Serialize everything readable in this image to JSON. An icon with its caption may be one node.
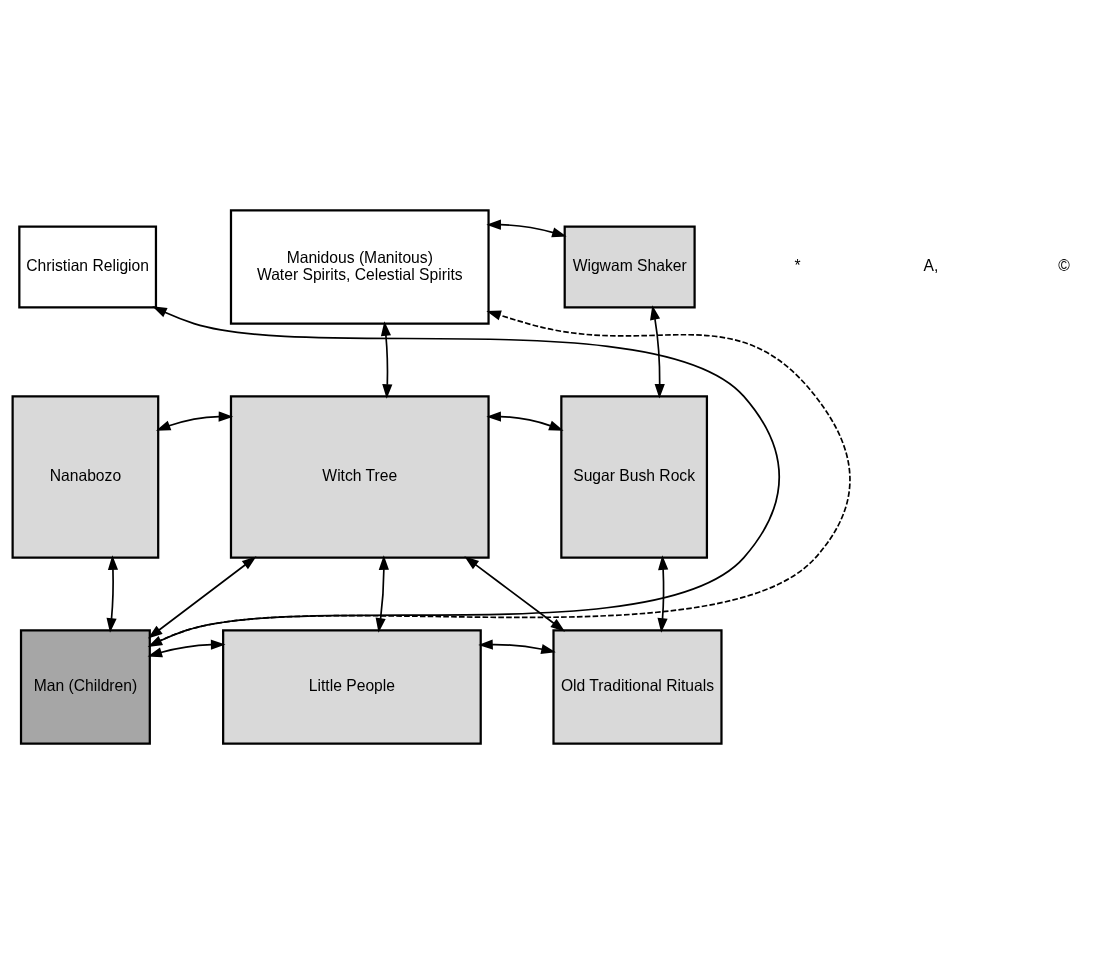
{
  "diagram": {
    "nodes": [
      {
        "text": [
          "Christian Religion"
        ]
      },
      {
        "text": [
          "Manidous (Manitous)",
          "Water Spirits, Celestial Spirits"
        ]
      },
      {
        "text": [
          "Wigwam Shaker"
        ]
      },
      {
        "text": [
          "Nanabozo"
        ]
      },
      {
        "text": [
          "Witch Tree"
        ]
      },
      {
        "text": [
          "Sugar Bush Rock"
        ]
      },
      {
        "text": [
          "Man (Children)"
        ]
      },
      {
        "text": [
          "Little People"
        ]
      },
      {
        "text": [
          "Old Traditional Rituals"
        ]
      }
    ],
    "edges": [
      {
        "from": 1,
        "to": 2,
        "arrow": "both"
      },
      {
        "from": 0,
        "to": 6,
        "arrow": "both"
      },
      {
        "from": 6,
        "to": 1,
        "arrow": "to",
        "style": "dashed"
      },
      {
        "from": 1,
        "to": 4,
        "arrow": "both"
      },
      {
        "from": 2,
        "to": 5,
        "arrow": "both"
      },
      {
        "from": 3,
        "to": 4,
        "arrow": "both"
      },
      {
        "from": 4,
        "to": 5,
        "arrow": "both"
      },
      {
        "from": 3,
        "to": 6,
        "arrow": "both"
      },
      {
        "from": 6,
        "to": 4,
        "arrow": "both"
      },
      {
        "from": 4,
        "to": 7,
        "arrow": "both"
      },
      {
        "from": 8,
        "to": 4,
        "arrow": "both"
      },
      {
        "from": 5,
        "to": 8,
        "arrow": "both"
      },
      {
        "from": 6,
        "to": 7,
        "arrow": "both"
      },
      {
        "from": 7,
        "to": 8,
        "arrow": "both"
      }
    ],
    "labels": [
      "*",
      "A,",
      "©"
    ]
  }
}
